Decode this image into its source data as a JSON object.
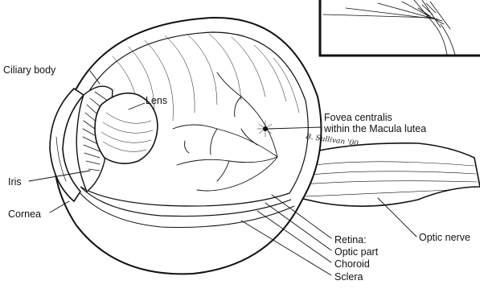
{
  "labels": {
    "ciliary_body": "Ciliary body",
    "lens": "Lens",
    "fovea_line1": "Fovea centralis",
    "fovea_line2": "within the Macula lutea",
    "iris": "Iris",
    "cornea": "Cornea",
    "retina": "Retina:",
    "optic_part": "Optic part",
    "choroid": "Choroid",
    "sclera": "Sclera",
    "optic_nerve": "Optic nerve"
  },
  "signature": "B. Sullivan '00"
}
